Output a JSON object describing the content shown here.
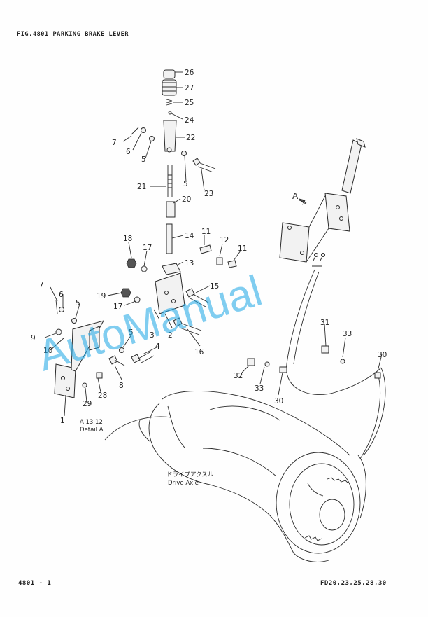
{
  "header": {
    "title": "FIG.4801   PARKING BRAKE LEVER"
  },
  "footer": {
    "page": "4801 - 1",
    "models": "FD20,23,25,28,30"
  },
  "watermark": "AutoManual",
  "detail_label": {
    "ticks": "A  13  12",
    "text": "Detail  A"
  },
  "view_label": "A",
  "axle_label": {
    "jp": "ドライブアクスル",
    "en": "Drive Axle"
  },
  "callouts": [
    "26",
    "27",
    "25",
    "24",
    "22",
    "7",
    "6",
    "5",
    "5",
    "23",
    "21",
    "20",
    "14",
    "11",
    "12",
    "11",
    "18",
    "17",
    "13",
    "15",
    "19",
    "17",
    "7",
    "6",
    "5",
    "9",
    "10",
    "2",
    "3",
    "5",
    "4",
    "16",
    "8",
    "28",
    "29",
    "1",
    "31",
    "33",
    "32",
    "33",
    "30",
    "30"
  ],
  "colors": {
    "watermark": "#1aa6e6",
    "line": "#2a2a2a"
  }
}
